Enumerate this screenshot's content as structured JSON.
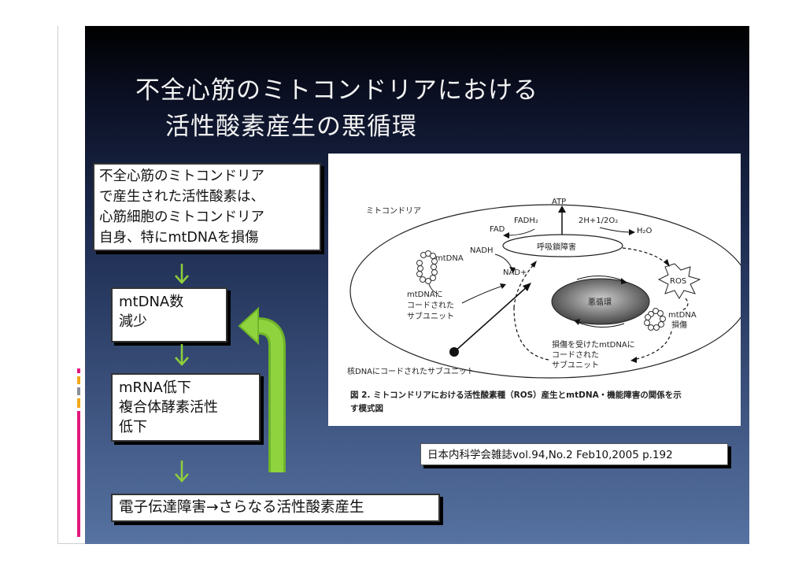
{
  "slide": {
    "title_line1": "不全心筋のミトコンドリアにおける",
    "title_line2": "活性酸素産生の悪循環"
  },
  "flow": {
    "intro_lines": [
      "不全心筋のミトコンドリア",
      "で産生された活性酸素は、",
      "心筋細胞のミトコンドリア",
      "自身、特にmtDNAを損傷"
    ],
    "step_mtdna": [
      "mtDNA数",
      "減少"
    ],
    "step_mrna": [
      "mRNA低下",
      "複合体酵素活性",
      "低下"
    ],
    "step_final": "電子伝達障害→さらなる活性酸素産生"
  },
  "figure": {
    "mitochondria_label": "ミトコンドリア",
    "atp": "ATP",
    "fadh2": "FADH₂",
    "fad": "FAD",
    "oxygen_eq": "2H+1/2O₂",
    "water": "H₂O",
    "nadh": "NADH",
    "nad": "NAD+",
    "respiratory_chain": "呼吸鎖障害",
    "ros": "ROS",
    "vicious_cycle": "悪循環",
    "mtdna_top": "mtDNA",
    "mtdna_coded_lines": [
      "mtDNAに",
      "コードされた",
      "サブユニット"
    ],
    "mtdna_damaged_lines": [
      "mtDNA",
      "損傷"
    ],
    "damaged_subunit_lines": [
      "損傷を受けたmtDNAに",
      "コードされた",
      "サブユニット"
    ],
    "nuclear_subunit": "核DNAにコードされたサブユニット",
    "caption_line1": "図 2.  ミトコンドリアにおける活性酸素種（ROS）産生とmtDNA・機能障害の関係を示",
    "caption_line2": "す模式図"
  },
  "citation": "日本内科学会雑誌vol.94,No.2 Feb10,2005 p.192",
  "colors": {
    "flow_arrow": "#8ecf3a",
    "feedback_arrow": "#7cc72e",
    "edge_magenta": "#e2197f",
    "edge_orange": "#f2a81c",
    "edge_gray": "#8a8f99"
  }
}
